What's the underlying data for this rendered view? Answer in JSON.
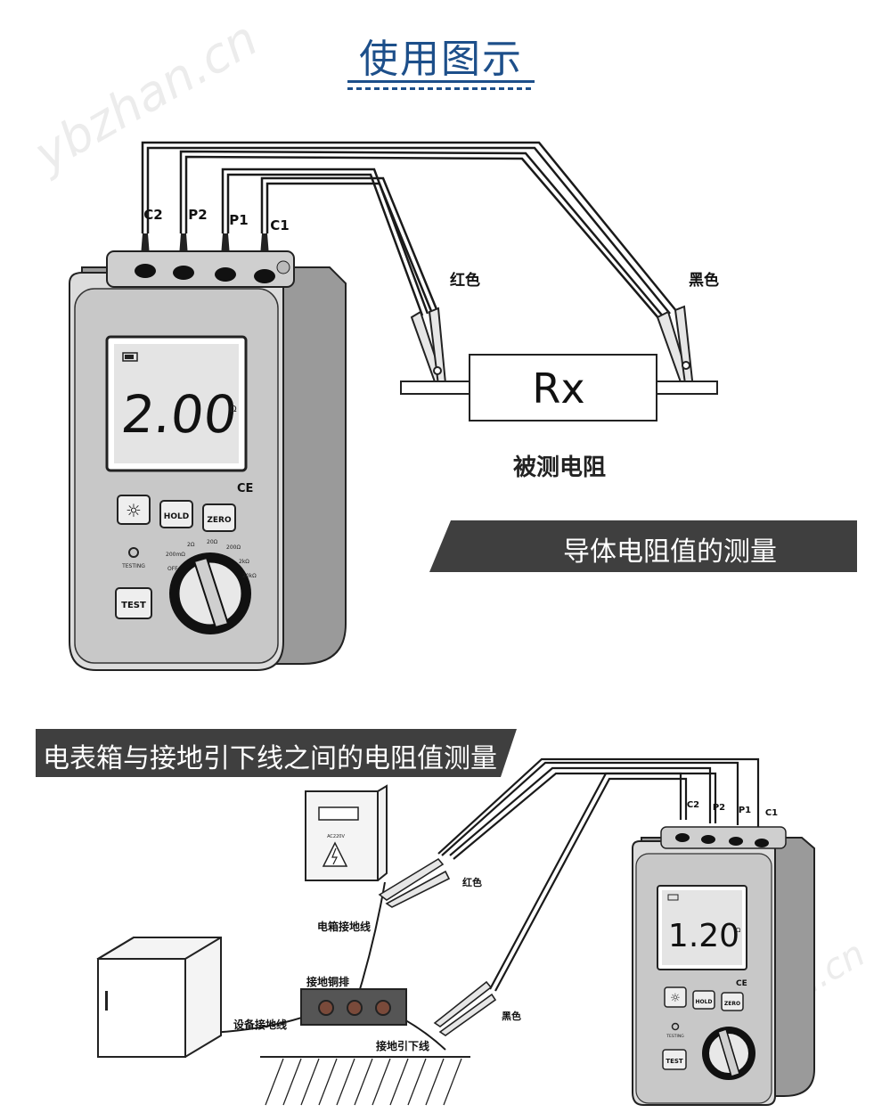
{
  "page": {
    "title": "使用图示"
  },
  "watermarks": [
    "ybzhan.cn",
    "ybzhan.cn"
  ],
  "section1": {
    "banner": "导体电阻值的测量",
    "terminals": [
      "C2",
      "P2",
      "P1",
      "C1"
    ],
    "display_value": "2.00",
    "unit": "Ω",
    "buttons": {
      "backlight": "☼",
      "hold": "HOLD",
      "zero": "ZERO",
      "test": "TEST"
    },
    "testing_label": "TESTING",
    "dial_labels": [
      "OFF",
      "200mΩ",
      "2Ω",
      "20Ω",
      "200Ω",
      "2kΩ",
      "20kΩ"
    ],
    "red_label": "红色",
    "black_label": "黑色",
    "resistor_label": "Rx",
    "resistor_caption": "被测电阻",
    "ce_mark": "CE"
  },
  "section2": {
    "banner": "电表箱与接地引下线之间的电阻值测量",
    "terminals": [
      "C2",
      "P2",
      "P1",
      "C1"
    ],
    "display_value": "1.20",
    "unit": "Ω",
    "buttons": {
      "backlight": "☼",
      "hold": "HOLD",
      "zero": "ZERO",
      "test": "TEST"
    },
    "testing_label": "TESTING",
    "ce_mark": "CE",
    "meter_box_label": "AC220V",
    "red_label": "红色",
    "black_label": "黑色",
    "box_ground_wire": "电箱接地线",
    "grounding_bar": "接地铜排",
    "equipment_ground_wire": "设备接地线",
    "down_conductor": "接地引下线"
  },
  "colors": {
    "title": "#1d4f8a",
    "banner": "#3f3f3f",
    "device_body": "#c8c8c8",
    "lcd": "#e4e4e4"
  }
}
